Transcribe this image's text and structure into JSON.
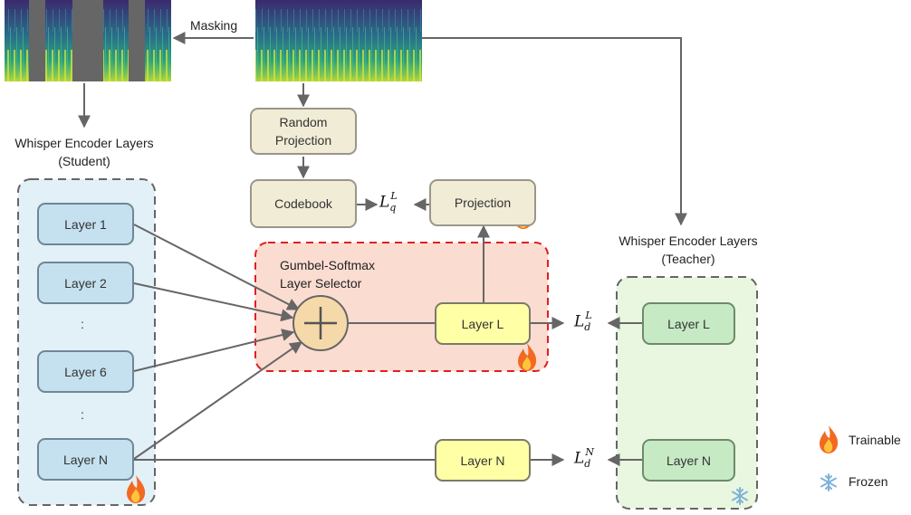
{
  "labels": {
    "masking": "Masking",
    "student_title": "Whisper Encoder Layers\n(Student)",
    "teacher_title": "Whisper Encoder Layers\n(Teacher)",
    "selector_title": "Gumbel-Softmax\nLayer Selector",
    "random_projection": "Random\nProjection",
    "codebook": "Codebook",
    "projection": "Projection"
  },
  "student_layers": [
    "Layer 1",
    "Layer 2",
    "Layer 6",
    "Layer N"
  ],
  "ellipsis": ":",
  "selected_layer": "Layer L",
  "layer_n_mid": "Layer N",
  "teacher_layers": [
    "Layer L",
    "Layer N"
  ],
  "losses": {
    "lq_base": "L",
    "lq_sub": "q",
    "lq_sup": "L",
    "ld_base": "L",
    "ld_sub": "d",
    "ld_sup_l": "L",
    "ld_sup_n": "N"
  },
  "legend": {
    "trainable": "Trainable",
    "frozen": "Frozen"
  },
  "icons": {
    "trainable": "flame-icon",
    "frozen": "snowflake-icon",
    "sum": "plus-circle-icon",
    "spectrogram": "spectrogram-image",
    "masked_spectrogram": "masked-spectrogram-image"
  },
  "colors": {
    "student_bg": "#e2f0f8",
    "teacher_bg": "#e9f6e0",
    "selector_bg": "#fbdcd1",
    "selector_border": "#e02020",
    "student_layer": "#c5e1f0",
    "teacher_layer": "#c6eac4",
    "trainable_layer": "#ffffa6",
    "frozen_module": "#f1ecd6",
    "sum_node": "#f5d9a8"
  }
}
